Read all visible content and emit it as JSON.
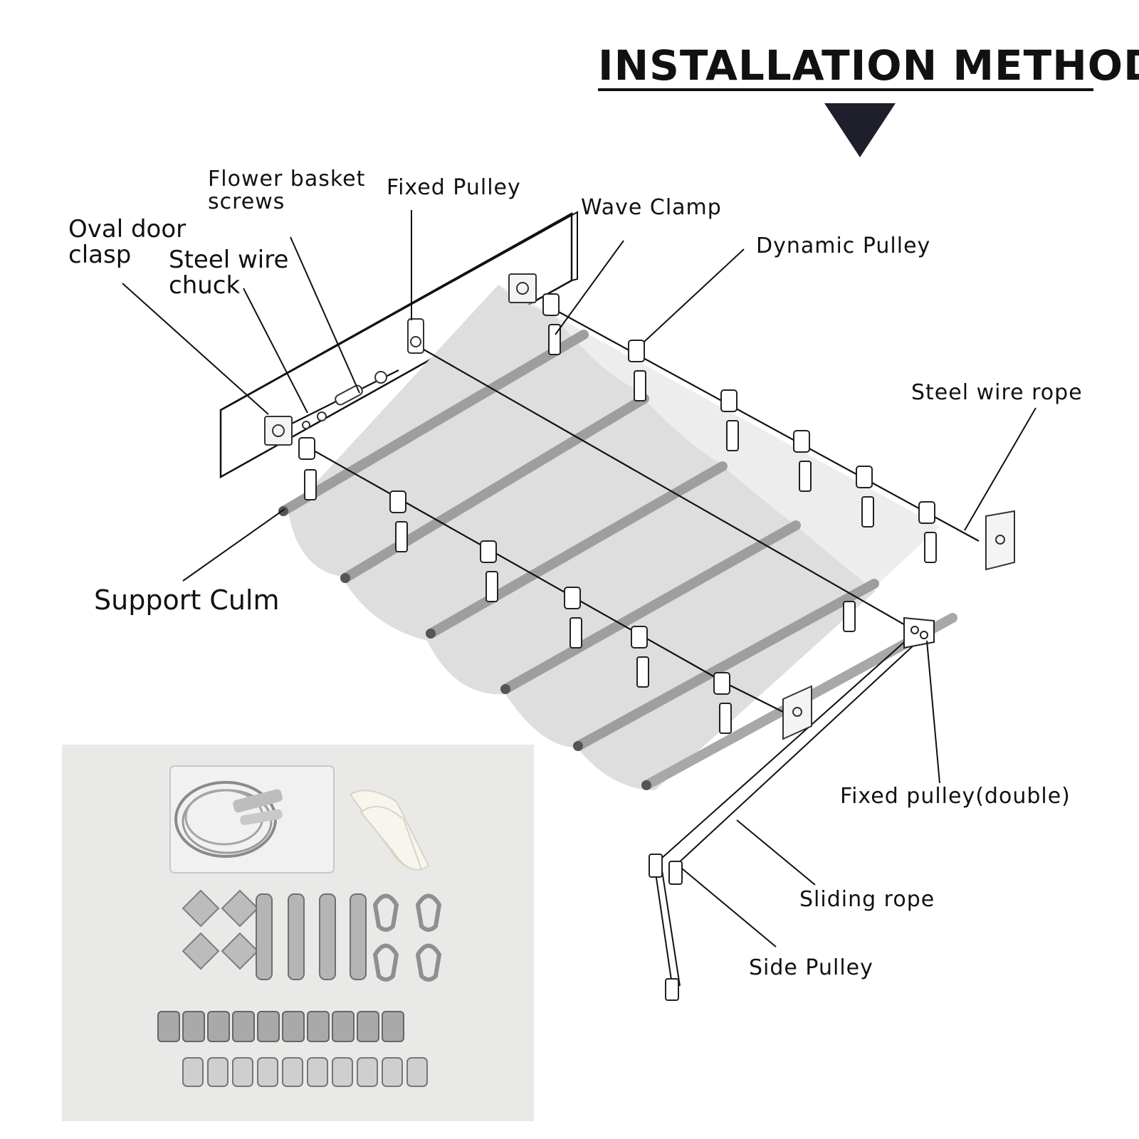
{
  "title": "INSTALLATION METHOD",
  "labels": {
    "flower_basket_screws": "Flower basket\nscrews",
    "fixed_pulley": "Fixed Pulley",
    "wave_clamp": "Wave Clamp",
    "oval_door_clasp": "Oval door\nclasp",
    "steel_wire_chuck": "Steel wire\nchuck",
    "dynamic_pulley": "Dynamic Pulley",
    "steel_wire_rope": "Steel wire rope",
    "support_culm": "Support Culm",
    "fixed_pulley_double": "Fixed pulley(double)",
    "sliding_rope": "Sliding rope",
    "side_pulley": "Side Pulley"
  },
  "colors": {
    "arrow": "#1e1f2b",
    "canopy": "#dcdcdc",
    "rod": "#9a9a9a",
    "ink": "#111111"
  }
}
